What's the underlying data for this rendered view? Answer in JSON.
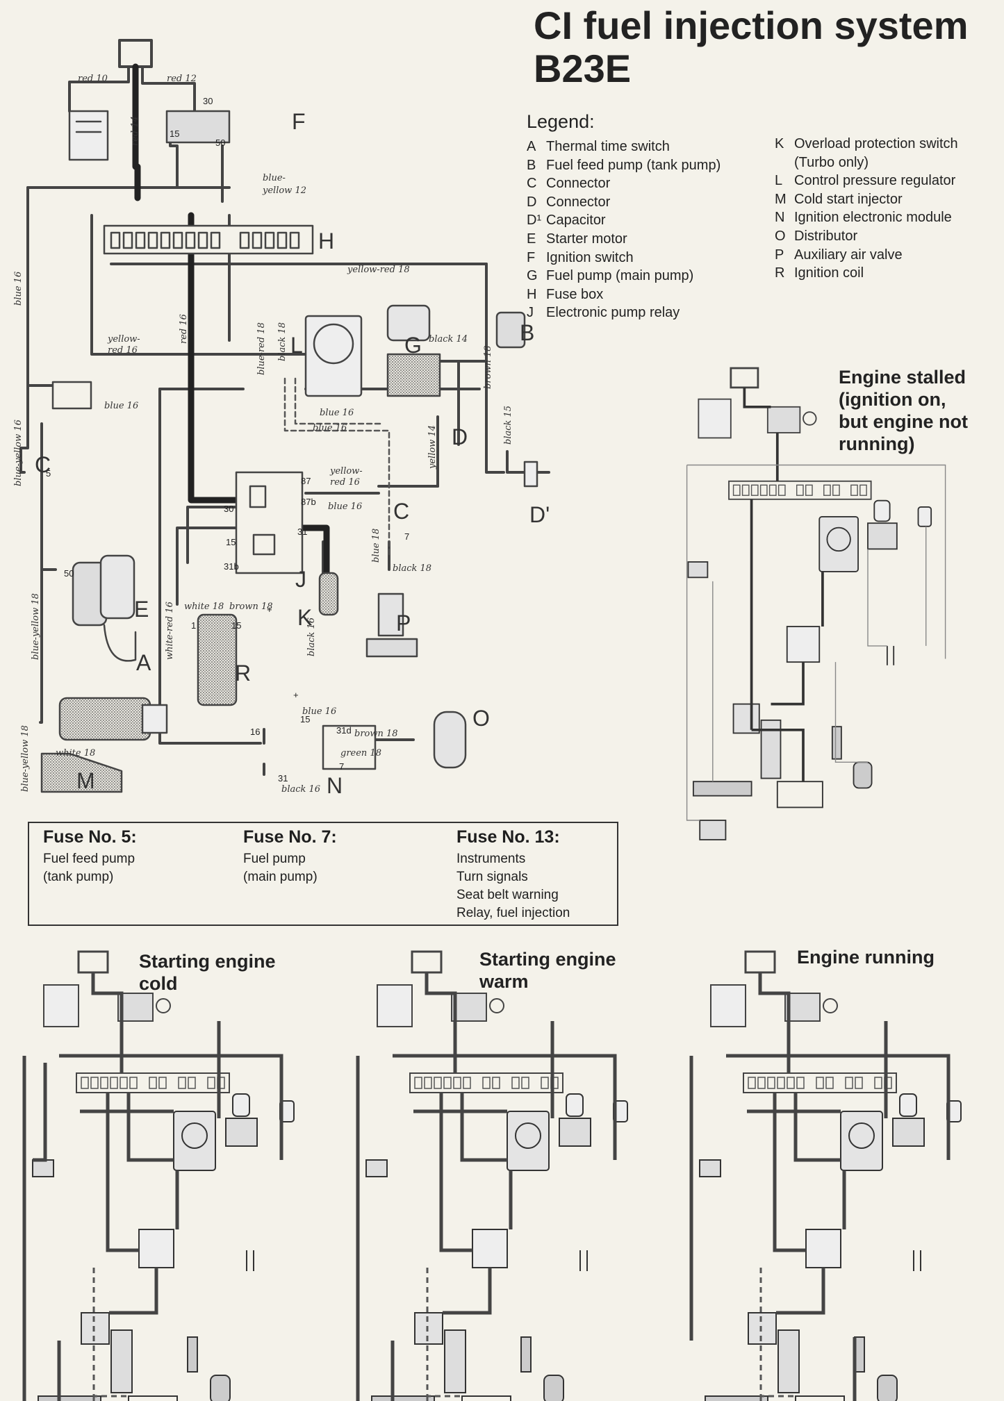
{
  "title": {
    "line1": "CI fuel injection system",
    "line2": "B23E"
  },
  "legend": {
    "heading": "Legend:",
    "left": [
      {
        "key": "A",
        "text": "Thermal time switch"
      },
      {
        "key": "B",
        "text": "Fuel feed pump (tank pump)"
      },
      {
        "key": "C",
        "text": "Connector"
      },
      {
        "key": "D",
        "text": "Connector"
      },
      {
        "key": "D¹",
        "text": "Capacitor"
      },
      {
        "key": "E",
        "text": "Starter motor"
      },
      {
        "key": "F",
        "text": "Ignition switch"
      },
      {
        "key": "G",
        "text": "Fuel pump (main pump)"
      },
      {
        "key": "H",
        "text": "Fuse box"
      },
      {
        "key": "J",
        "text": "Electronic pump relay"
      }
    ],
    "right": [
      {
        "key": "K",
        "text": "Overload protection switch",
        "cont": "(Turbo only)"
      },
      {
        "key": "L",
        "text": "Control pressure regulator"
      },
      {
        "key": "M",
        "text": "Cold start injector"
      },
      {
        "key": "N",
        "text": "Ignition electronic module"
      },
      {
        "key": "O",
        "text": "Distributor"
      },
      {
        "key": "P",
        "text": "Auxiliary air valve"
      },
      {
        "key": "R",
        "text": "Ignition coil"
      }
    ]
  },
  "fuses": [
    {
      "heading": "Fuse No. 5:",
      "items": [
        "Fuel feed pump",
        "(tank pump)"
      ]
    },
    {
      "heading": "Fuse No. 7:",
      "items": [
        "Fuel pump",
        "(main pump)"
      ]
    },
    {
      "heading": "Fuse No. 13:",
      "items": [
        "Instruments",
        "Turn signals",
        "Seat belt warning",
        "Relay, fuel injection"
      ]
    }
  ],
  "panels": {
    "stalled": [
      "Engine stalled",
      "(ignition on,",
      "but engine not",
      "running)"
    ],
    "cold": [
      "Starting engine",
      "cold"
    ],
    "warm": [
      "Starting engine",
      "warm"
    ],
    "running": [
      "Engine running"
    ]
  },
  "components": {
    "A": "A",
    "B": "B",
    "C": "C",
    "D": "D",
    "D1": "D'",
    "E": "E",
    "F": "F",
    "G": "G",
    "H": "H",
    "J": "J",
    "K": "K",
    "L": "L",
    "M": "M",
    "N": "N",
    "O": "O",
    "P": "P",
    "R": "R"
  },
  "wire_labels": {
    "red10": "red 10",
    "red12": "red 12",
    "red14": "red 14",
    "blue_yellow12a": "blue-",
    "blue_yellow12b": "yellow 12",
    "yellow_red18": "yellow-red 18",
    "blue16": "blue 16",
    "yellow_red16a": "yellow-",
    "yellow_red16b": "red 16",
    "red16": "red 16",
    "blue_red18": "blue-red 18",
    "black18": "black 18",
    "black14": "black 14",
    "brown18": "brown 18",
    "black15": "black 15",
    "blue16_c": "blue 16",
    "blue16_d": "blue 16",
    "blue16_e": "blue 16",
    "blue_yellow16": "blue-yellow 16",
    "yellow14": "yellow 14",
    "yellow_red16c": "yellow-",
    "yellow_red16d": "red 16",
    "blue16_f": "blue 16",
    "blue18": "blue 18",
    "black18b": "black 18",
    "white_red16": "white-red 16",
    "white18": "white 18",
    "brown18b": "brown 18",
    "black16": "black 16",
    "blue_yellow18": "blue-yellow 18",
    "blue_yellow18b": "blue-yellow 18",
    "white18b": "white 18",
    "blue16_g": "blue 16",
    "brown18c": "brown 18",
    "green18": "green 18",
    "black16b": "black 16"
  },
  "pin_labels": {
    "p30a": "30",
    "p15a": "15",
    "p50a": "50",
    "p87": "87",
    "p87b": "87b",
    "p30b": "30",
    "p15b": "15",
    "p31": "31",
    "p31b": "31b",
    "p5": "5",
    "p7": "7",
    "p50b": "50",
    "p1": "1",
    "p15c": "15",
    "p16": "16",
    "p15d": "15",
    "p31d": "31d",
    "p7b": "7",
    "p31e": "31",
    "plus1": "+",
    "plus2": "+"
  }
}
